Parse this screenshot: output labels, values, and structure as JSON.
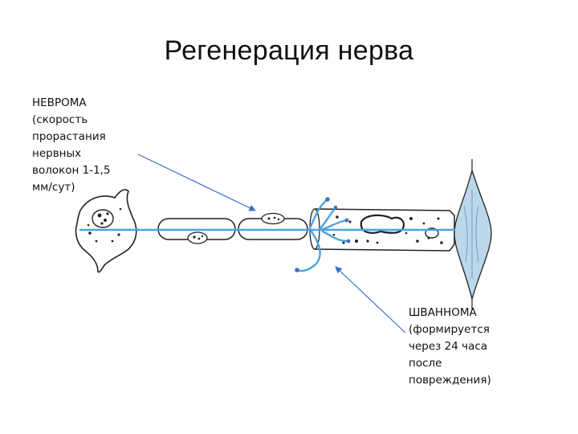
{
  "slide": {
    "title": "Регенерация нерва"
  },
  "callouts": {
    "neuroma": {
      "lines": [
        "НЕВРОМА",
        "(скорость",
        "прорастания",
        "нервных",
        "волокон 1-1,5",
        "мм/сут)"
      ]
    },
    "schwannoma": {
      "lines": [
        "ШВАННОМА",
        "(формируется",
        "через 24 часа",
        "после",
        "повреждения)"
      ]
    }
  },
  "colors": {
    "axon": "#4aa3df",
    "arrow": "#3c6fc4",
    "outline": "#222222",
    "muscle": "#bcd7ea"
  }
}
